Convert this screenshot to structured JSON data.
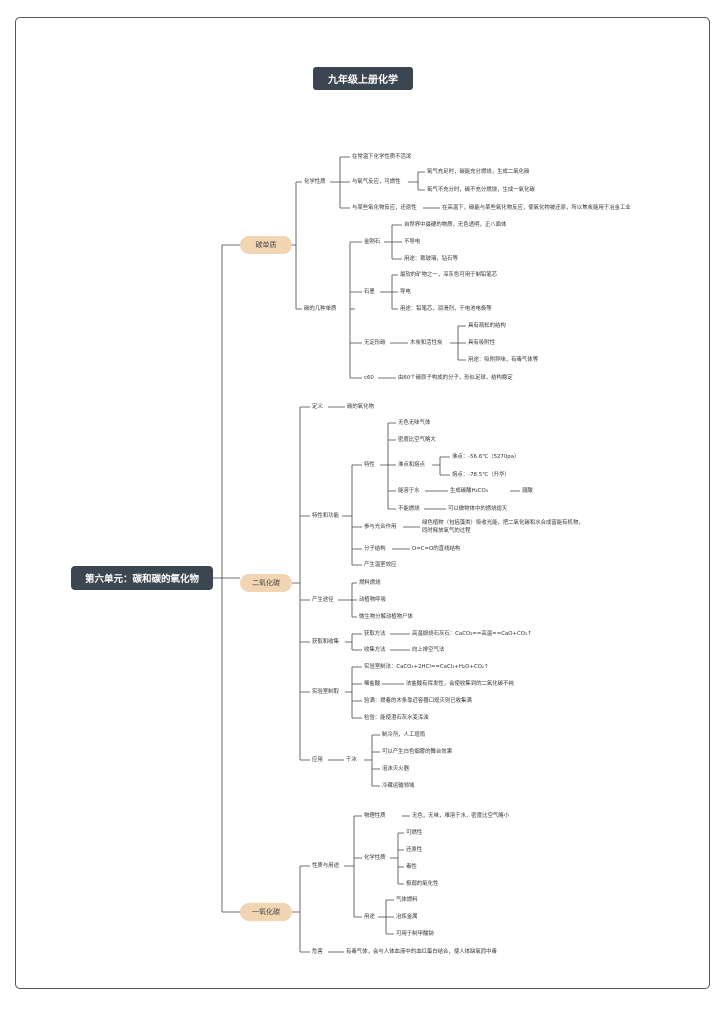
{
  "title": "九年级上册化学",
  "root": "第六单元：碳和碳的氧化物",
  "branches": {
    "c": {
      "label": "碳单质",
      "chem": {
        "label": "化学性质",
        "stable": "在常温下化学性质不活泼",
        "oxy": "与氧气反应，可燃性",
        "oxy_full": "氧气充足时，碳能充分燃烧，生成二氧化碳",
        "oxy_lack": "氧气不充分时，碳不充分燃烧，生成一氧化碳",
        "reduce": "与某些氧化物反应，还原性",
        "reduce_detail": "在高温下，碳能与某些氧化物反应，使氧化物被还原，所以焦炭能用于冶金工业"
      },
      "types": {
        "label": "碳的几种单质",
        "diamond": {
          "label": "金刚石",
          "a": "自然界中最硬的物质，无色透明，正八面体",
          "b": "不导电",
          "c": "用途：裁玻璃，钻石等"
        },
        "graphite": {
          "label": "石墨",
          "a": "最软的矿物之一，深灰色可用于制铅笔芯",
          "b": "导电",
          "c": "用途：铅笔芯，润滑剂，干电池电极等"
        },
        "amorphous": {
          "label": "无定形碳",
          "sub": "木炭和活性炭",
          "a": "具有疏松的结构",
          "b": "具有吸附性",
          "c": "用途：吸附异味，有毒气体等"
        },
        "c60": {
          "label": "c60",
          "a": "由60个碳原子构成的分子，形似足球，结构稳定"
        }
      }
    },
    "co2": {
      "label": "二氧化碳",
      "def": {
        "label": "定义",
        "a": "碳的氧化物"
      },
      "props": {
        "label": "特性和功能",
        "traits": {
          "label": "特性",
          "a": "无色无味气体",
          "b": "密度比空气略大",
          "mp": {
            "label": "沸点和熔点",
            "boil": "沸点：-56.6℃（5270pa）",
            "melt": "熔点：-78.5℃（升华）"
          },
          "water": {
            "label": "能溶于水",
            "a": "生成碳酸H₂CO₃",
            "b": "弱酸"
          },
          "fire": {
            "label": "不能燃烧",
            "a": "可以做物体中的燃烧熄灭"
          }
        },
        "photo": {
          "label": "参与光合作用",
          "a": "绿色植物（包括藻类）吸收光能，把二氧化碳和水合成富能有机物，",
          "b": "同时释放氧气的过程"
        },
        "struct": {
          "label": "分子结构",
          "a": "O=C=O的直线结构"
        },
        "green": "产生温室效应"
      },
      "sources": {
        "label": "产生途径",
        "a": "燃料燃烧",
        "b": "动植物呼吸",
        "c": "微生物分解动植物尸体"
      },
      "obtain": {
        "label": "获取和收集",
        "get": {
          "label": "获取方法",
          "a": "高温煅烧石灰石：CaCO₃==高温==CaO+CO₂↑"
        },
        "collect": {
          "label": "收集方法",
          "a": "向上排空气法"
        }
      },
      "lab": {
        "label": "实验室制取",
        "a": "实验室制法：CaCO₃+2HCl==CaCl₂+H₂O+CO₂↑",
        "hcl": {
          "label": "稀盐酸",
          "a": "浓盐酸有挥发性，会使收集到的二氧化碳不纯"
        },
        "b": "验满：燃着的木条靠近容器口熄灭则已收集满",
        "c": "检验：能使澄石灰水变浑浊"
      },
      "use": {
        "label": "应用",
        "dry": {
          "label": "干冰",
          "a": "制冷剂，人工增雨",
          "b": "可以产生白色烟雾的舞台效果",
          "c": "泡沫灭火器",
          "d": "冷藏运输领域"
        }
      }
    },
    "co": {
      "label": "一氧化碳",
      "pu": {
        "label": "性质与用途",
        "phys": {
          "label": "物理性质",
          "a": "无色，无味，难溶于水，密度比空气略小"
        },
        "chem": {
          "label": "化学性质",
          "a": "可燃性",
          "b": "还原性",
          "c": "毒性",
          "d": "极弱的氧化性"
        },
        "use": {
          "label": "用途",
          "a": "气体燃料",
          "b": "冶炼金属",
          "c": "可用于制甲酸钠"
        }
      },
      "harm": {
        "label": "危害",
        "a": "有毒气体，会与人体血液中的血红蛋白结合，使人体缺氧而中毒"
      }
    }
  }
}
